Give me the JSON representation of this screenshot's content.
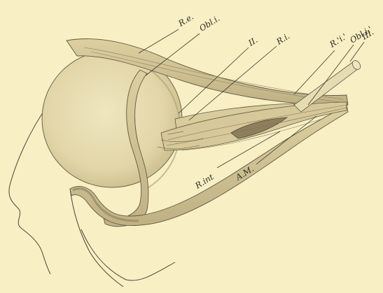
{
  "figure": {
    "labels": {
      "rectus_externus": "R.e.",
      "obliquus_inferior": "Obl.i.",
      "optic_nerve": "II.",
      "rectus_inferior": "R.i.",
      "rectus_inferior_2": "R.'i.'",
      "obliquus_inferior_2": "Obl.i.'",
      "third_nerve": "III.",
      "rectus_internus": "R.int",
      "muscle_am": "A.M."
    }
  }
}
